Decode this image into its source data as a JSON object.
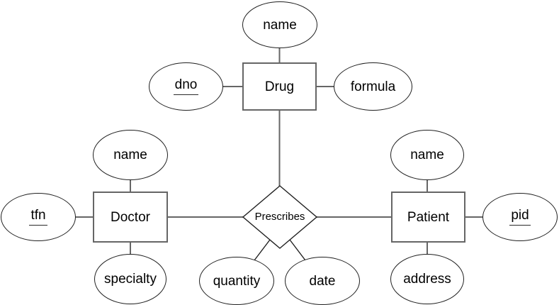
{
  "diagram_type": "entity-relationship",
  "colors": {
    "background": "#ffffff",
    "connector": "#666666",
    "entity_border": "#666666",
    "shape_outline": "#1f1f1f",
    "text": "#000000"
  },
  "entities": [
    {
      "label": "Drug",
      "attributes": [
        {
          "label": "name",
          "key": false,
          "position": "top"
        },
        {
          "label": "dno",
          "key": true,
          "position": "left"
        },
        {
          "label": "formula",
          "key": false,
          "position": "right"
        }
      ]
    },
    {
      "label": "Doctor",
      "attributes": [
        {
          "label": "name",
          "key": false,
          "position": "top"
        },
        {
          "label": "tfn",
          "key": true,
          "position": "left"
        },
        {
          "label": "specialty",
          "key": false,
          "position": "bottom"
        }
      ]
    },
    {
      "label": "Patient",
      "attributes": [
        {
          "label": "name",
          "key": false,
          "position": "top"
        },
        {
          "label": "pid",
          "key": true,
          "position": "right"
        },
        {
          "label": "address",
          "key": false,
          "position": "bottom"
        }
      ]
    }
  ],
  "relationships": [
    {
      "label": "Prescribes",
      "connects": [
        "Doctor",
        "Drug",
        "Patient"
      ],
      "attributes": [
        {
          "label": "quantity",
          "key": false
        },
        {
          "label": "date",
          "key": false
        }
      ]
    }
  ]
}
